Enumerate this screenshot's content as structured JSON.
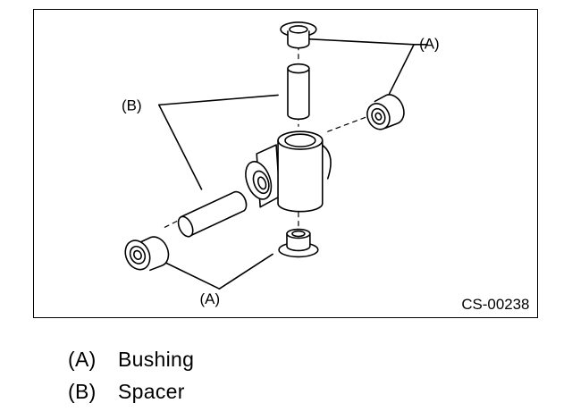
{
  "figure": {
    "code": "CS-00238",
    "callouts": {
      "a_top": "(A)",
      "a_bottom": "(A)",
      "b": "(B)"
    }
  },
  "legend": [
    {
      "key": "(A)",
      "label": "Bushing"
    },
    {
      "key": "(B)",
      "label": "Spacer"
    }
  ],
  "colors": {
    "line": "#000000",
    "background": "#ffffff"
  }
}
